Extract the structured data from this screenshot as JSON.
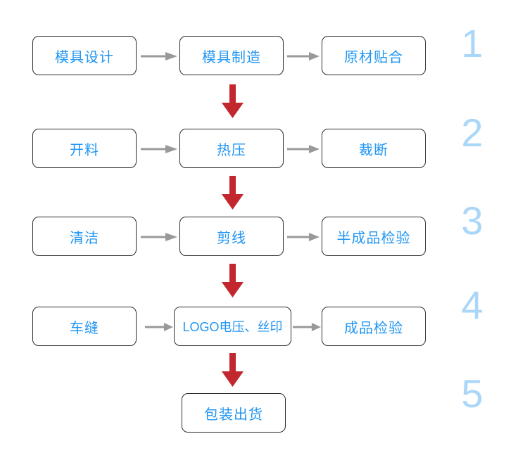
{
  "colors": {
    "step_text": "#2196f3",
    "step_border": "#2b2b2b",
    "number": "#aad6f8",
    "flow_arrow": "#c1272d",
    "step_arrow": "#999999",
    "background": "#ffffff"
  },
  "rows": [
    {
      "number": "1",
      "steps": [
        "模具设计",
        "模具制造",
        "原材贴合"
      ]
    },
    {
      "number": "2",
      "steps": [
        "开料",
        "热压",
        "裁断"
      ]
    },
    {
      "number": "3",
      "steps": [
        "清洁",
        "剪线",
        "半成品检验"
      ]
    },
    {
      "number": "4",
      "steps": [
        "车缝",
        "LOGO电压、丝印",
        "成品检验"
      ]
    },
    {
      "number": "5",
      "steps": [
        "包装出货"
      ]
    }
  ]
}
